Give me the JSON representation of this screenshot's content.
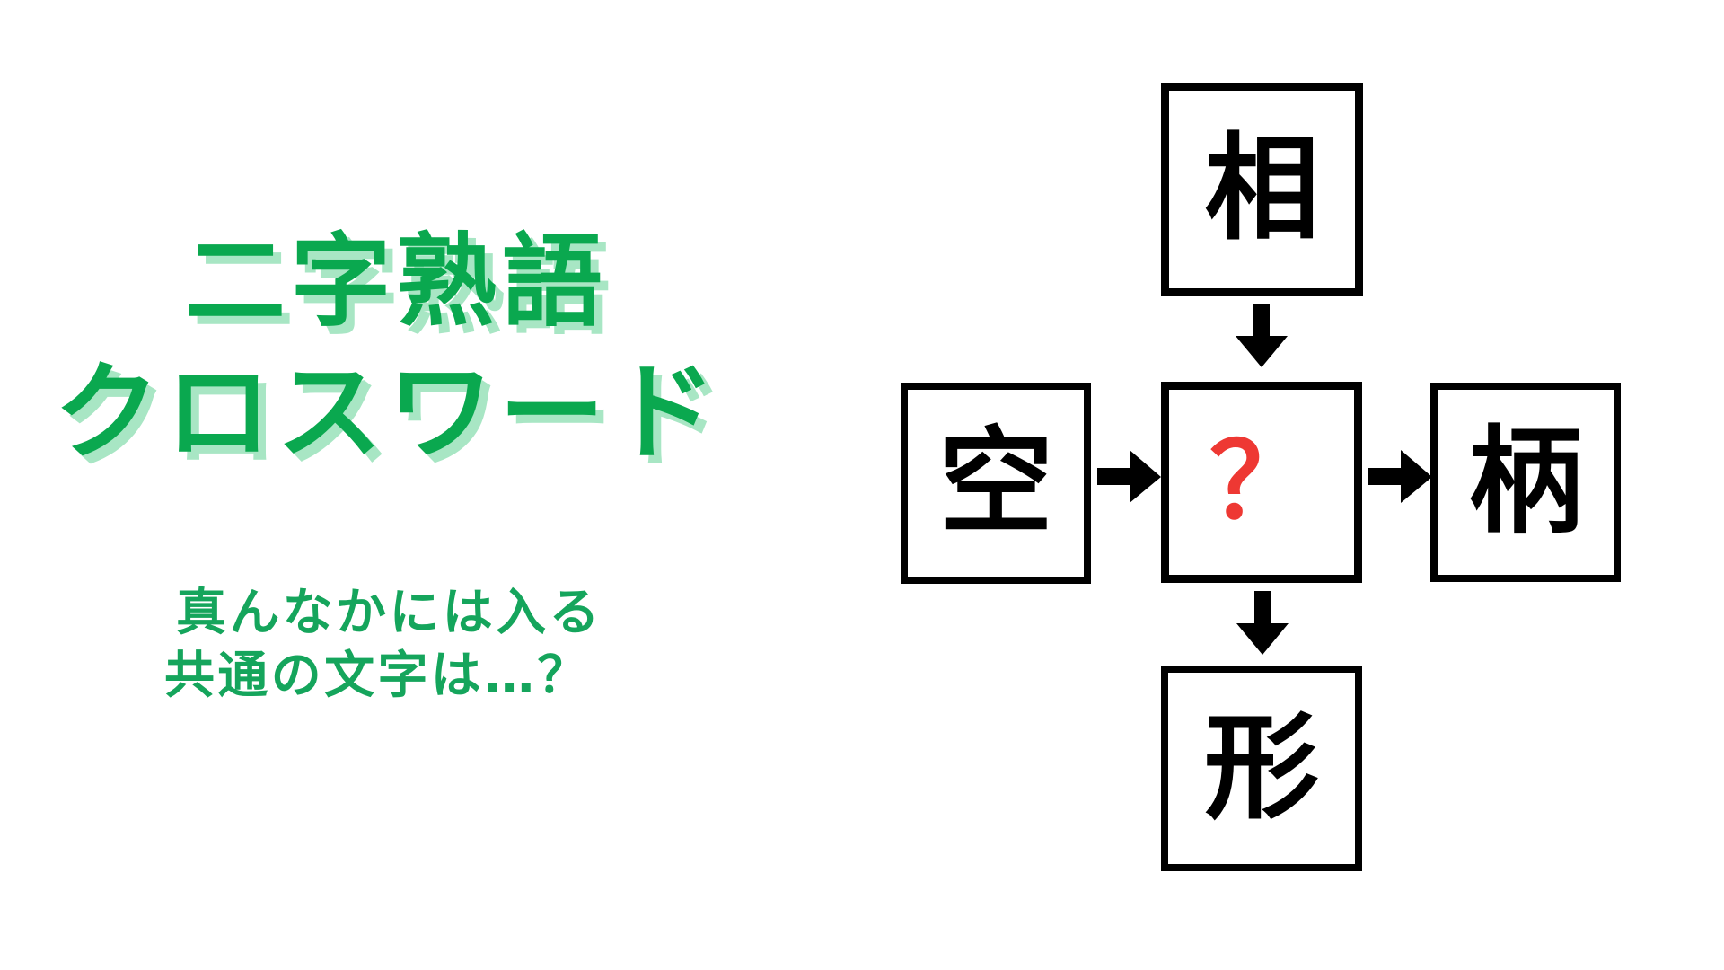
{
  "title": {
    "line1": "二字熟語",
    "line2": "クロスワード",
    "color": "#0aa84f",
    "shadow_color": "#a8e6c4"
  },
  "subtitle": {
    "line1": "真んなかには入る",
    "line2": "共通の文字は…？",
    "color": "#15a55c"
  },
  "puzzle": {
    "type": "kanji-crossword",
    "center_answer_placeholder": "？",
    "center_color": "#ee3833",
    "cells": {
      "top": "相",
      "left": "空",
      "center": "？",
      "right": "柄",
      "bottom": "形"
    },
    "arrows": [
      {
        "name": "top-to-center",
        "direction": "down"
      },
      {
        "name": "left-to-center",
        "direction": "right"
      },
      {
        "name": "center-to-right",
        "direction": "right"
      },
      {
        "name": "center-to-bottom",
        "direction": "down"
      }
    ]
  },
  "background_color": "#ffffff"
}
